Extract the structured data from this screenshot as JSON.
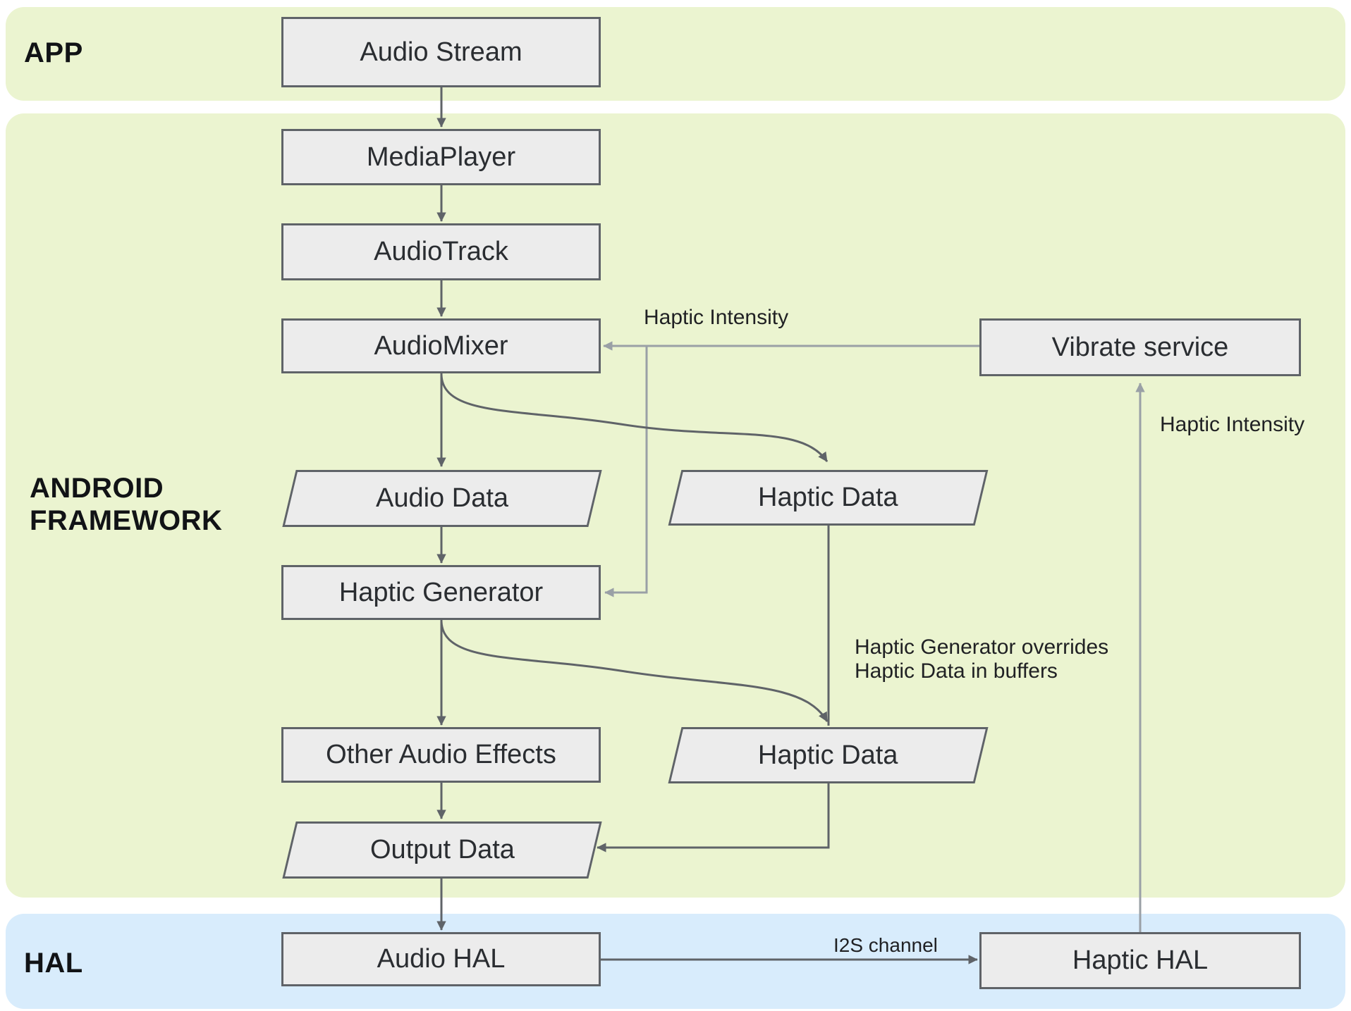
{
  "bands": {
    "app": {
      "label": "APP",
      "color": "#ebf4d0"
    },
    "framework": {
      "label_line1": "ANDROID",
      "label_line2": "FRAMEWORK",
      "color": "#ebf4d0"
    },
    "hal": {
      "label": "HAL",
      "color": "#d8ecfc"
    }
  },
  "nodes": {
    "audio_stream": {
      "label": "Audio Stream",
      "shape": "rect"
    },
    "media_player": {
      "label": "MediaPlayer",
      "shape": "rect"
    },
    "audio_track": {
      "label": "AudioTrack",
      "shape": "rect"
    },
    "audio_mixer": {
      "label": "AudioMixer",
      "shape": "rect"
    },
    "vibrate_service": {
      "label": "Vibrate service",
      "shape": "rect"
    },
    "audio_data": {
      "label": "Audio Data",
      "shape": "parallelogram"
    },
    "haptic_data_1": {
      "label": "Haptic Data",
      "shape": "parallelogram"
    },
    "haptic_generator": {
      "label": "Haptic Generator",
      "shape": "rect"
    },
    "other_audio_effects": {
      "label": "Other Audio Effects",
      "shape": "rect"
    },
    "haptic_data_2": {
      "label": "Haptic Data",
      "shape": "parallelogram"
    },
    "output_data": {
      "label": "Output Data",
      "shape": "parallelogram"
    },
    "audio_hal": {
      "label": "Audio HAL",
      "shape": "rect"
    },
    "haptic_hal": {
      "label": "Haptic HAL",
      "shape": "rect"
    }
  },
  "annotations": {
    "haptic_intensity_mixer": "Haptic Intensity",
    "haptic_intensity_hal": "Haptic Intensity",
    "override_note_line1": "Haptic Generator overrides",
    "override_note_line2": "Haptic Data in buffers",
    "i2s_channel": "I2S channel"
  },
  "colors": {
    "band_green": "#ebf4d0",
    "band_blue": "#d8ecfc",
    "node_fill": "#ececec",
    "node_border": "#5f6368",
    "arrow_dark": "#5f6368",
    "arrow_gray": "#9aa0a6",
    "text_dark": "#202124"
  }
}
